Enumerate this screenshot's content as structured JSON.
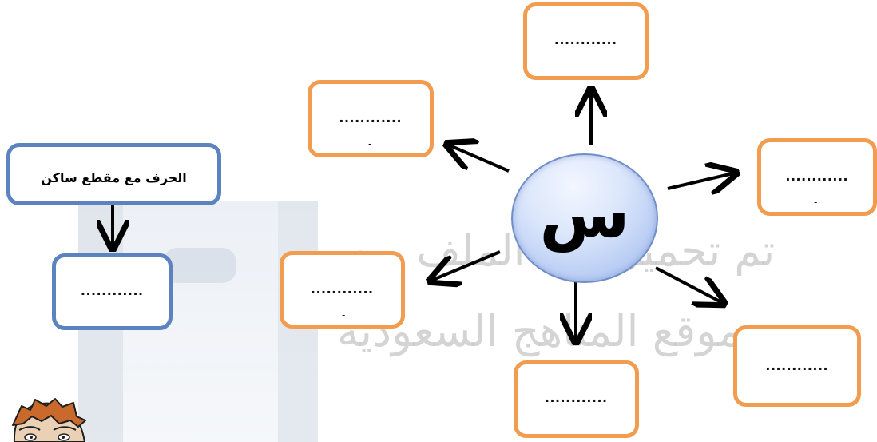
{
  "watermark": {
    "line1": "تم تحميل هذا الملف من",
    "line2": "موقع المناهج السعودية"
  },
  "diagram": {
    "center_letter": "س",
    "placeholder": "............",
    "side_note": "الحرف مع مقطع ساكن"
  },
  "icons": {
    "arrow_icon": "black-arrow",
    "character_icon": "boy-head-illustration"
  },
  "colors": {
    "orange_box_border": "#f19c4f",
    "blue_box_border": "#5b83bf",
    "center_circle": "#9db8ee"
  }
}
